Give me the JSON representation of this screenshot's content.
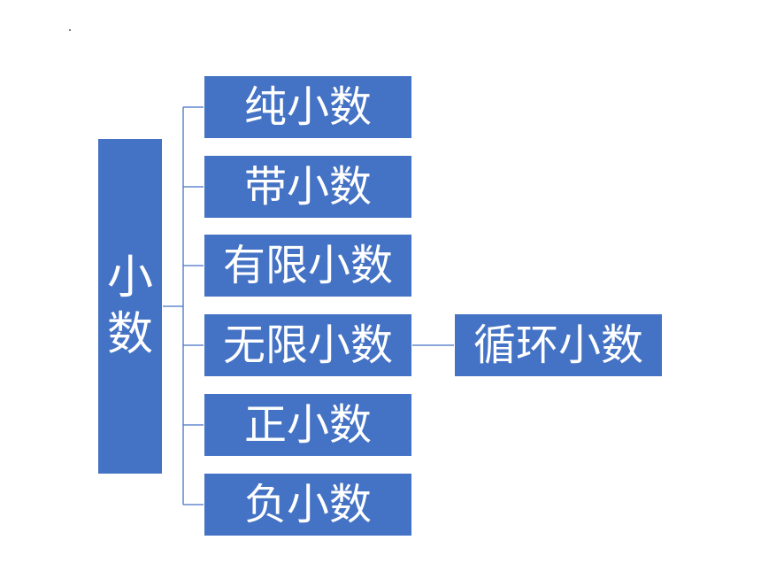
{
  "root": {
    "label_line1": "小",
    "label_line2": "数"
  },
  "children": [
    {
      "label": "纯小数"
    },
    {
      "label": "带小数"
    },
    {
      "label": "有限小数"
    },
    {
      "label": "无限小数"
    },
    {
      "label": "正小数"
    },
    {
      "label": "负小数"
    }
  ],
  "grandchild": {
    "label": "循环小数"
  },
  "colors": {
    "box_fill": "#4472c4",
    "connector": "#4472c4",
    "text": "#ffffff"
  }
}
